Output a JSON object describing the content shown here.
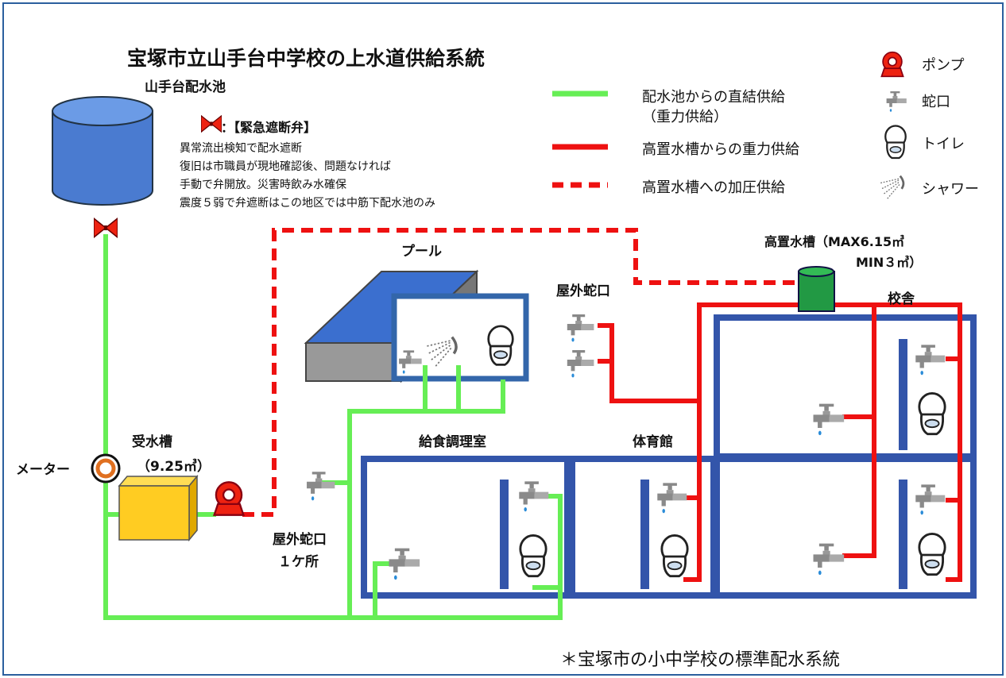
{
  "title": "宝塚市立山手台中学校の上水道供給系統",
  "reservoir": {
    "label": "山手台配水池"
  },
  "valve_note": {
    "heading": "：【緊急遮断弁】",
    "lines": [
      "異常流出検知で配水遮断",
      "復旧は市職員が現地確認後、問題なければ",
      "手動で弁開放。災害時飲み水確保",
      "震度５弱で弁遮断はこの地区では中筋下配水池のみ"
    ]
  },
  "lines_legend": [
    {
      "line1": "配水池からの直結供給",
      "line2": "（重力供給）",
      "color": "#66ee55",
      "style": "solid"
    },
    {
      "line1": "高置水槽からの重力供給",
      "line2": "",
      "color": "#ee1111",
      "style": "solid"
    },
    {
      "line1": "高置水槽への加圧供給",
      "line2": "",
      "color": "#ee1111",
      "style": "dashed"
    }
  ],
  "icons_legend": [
    {
      "icon": "pump-icon",
      "label": "ポンプ"
    },
    {
      "icon": "faucet-icon",
      "label": "蛇口"
    },
    {
      "icon": "toilet-icon",
      "label": "トイレ"
    },
    {
      "icon": "shower-icon",
      "label": "シャワー"
    }
  ],
  "labels": {
    "meter": "メーター",
    "receiving_tank": "受水槽",
    "receiving_tank_cap": "（9.25㎥）",
    "pool": "プール",
    "outdoor_tap_top": "屋外蛇口",
    "elevated_tank": "高置水槽（MAX6.15㎥",
    "elevated_tank_min": "MIN３㎥）",
    "school_building": "校舎",
    "kitchen": "給食調理室",
    "gym": "体育館",
    "outdoor_tap_bottom": "屋外蛇口",
    "outdoor_tap_bottom_count": "１ケ所"
  },
  "footnote": "＊宝塚市の小中学校の標準配水系統",
  "colors": {
    "green": "#66ee55",
    "red": "#ee1111",
    "building": "#3355aa",
    "tank": "#ffcc22",
    "elevated": "#229944"
  }
}
